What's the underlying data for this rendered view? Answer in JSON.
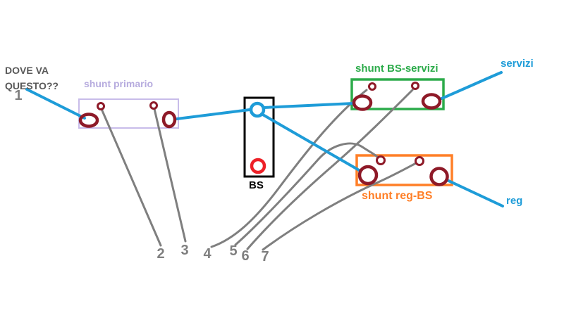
{
  "colors": {
    "blue": "#1e9cd8",
    "gray": "#7f7f7f",
    "dark_red": "#8e1a28",
    "red": "#ed2027",
    "green": "#2cab4a",
    "orange": "#ff7f27",
    "lavender": "#c8bce9",
    "lavender_text": "#b6abde",
    "dark_text": "#595959",
    "black": "#000000",
    "bg": "#ffffff"
  },
  "note": {
    "line1": "DOVE VA",
    "line2": "QUESTO??"
  },
  "boxes": {
    "primario": {
      "label": "shunt primario"
    },
    "bs": {
      "label": "BS"
    },
    "bs_servizi": {
      "label": "shunt BS-servizi"
    },
    "reg_bs": {
      "label": "shunt reg-BS"
    }
  },
  "wire_labels": {
    "servizi": "servizi",
    "reg": "reg"
  },
  "numbers": [
    "1",
    "2",
    "3",
    "4",
    "5",
    "6",
    "7"
  ],
  "connections": [
    {
      "from": "1",
      "to": "shunt-primario left terminal",
      "color": "blue"
    },
    {
      "from": "shunt-primario right terminal",
      "to": "BS top terminal",
      "color": "blue"
    },
    {
      "from": "BS top terminal",
      "to": "shunt-BS-servizi left terminal",
      "color": "blue"
    },
    {
      "from": "BS top terminal",
      "to": "shunt-reg-BS left terminal",
      "color": "blue"
    },
    {
      "from": "shunt-BS-servizi right terminal",
      "to": "servizi",
      "color": "blue"
    },
    {
      "from": "shunt-reg-BS right terminal",
      "to": "reg",
      "color": "blue"
    },
    {
      "from": "2",
      "to": "shunt-primario left pin",
      "color": "gray"
    },
    {
      "from": "3",
      "to": "shunt-primario right pin",
      "color": "gray"
    },
    {
      "from": "4",
      "to": "shunt-BS-servizi left pin",
      "color": "gray"
    },
    {
      "from": "5",
      "to": "shunt-reg-BS left pin",
      "color": "gray"
    },
    {
      "from": "6",
      "to": "shunt-BS-servizi right pin",
      "color": "gray"
    },
    {
      "from": "7",
      "to": "shunt-reg-BS right pin",
      "color": "gray"
    }
  ]
}
